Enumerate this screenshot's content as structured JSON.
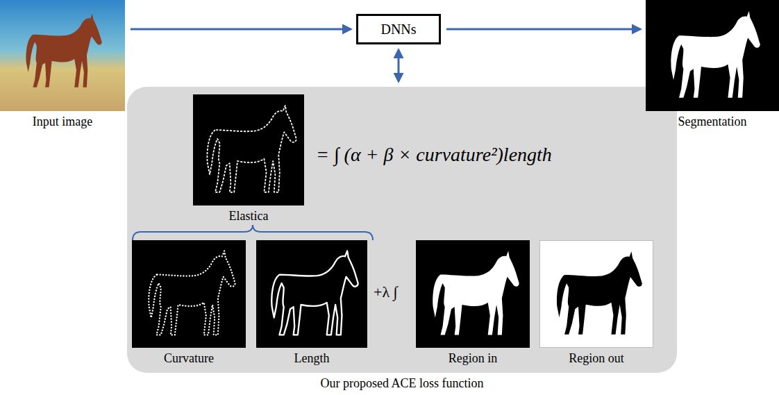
{
  "diagram": {
    "nodes": [
      {
        "text": [
          "Input image"
        ]
      },
      {
        "text": [
          "DNNs"
        ]
      },
      {
        "text": [
          "Segmentation"
        ]
      },
      {
        "text": [
          "Our proposed ACE loss function"
        ]
      },
      {
        "text": [
          "Elastica"
        ],
        "in": 3
      },
      {
        "text": [
          "Curvature"
        ],
        "in": 3
      },
      {
        "text": [
          "Length"
        ],
        "in": 3
      },
      {
        "text": [
          "Region in"
        ],
        "in": 3
      },
      {
        "text": [
          "Region out"
        ],
        "in": 3
      }
    ],
    "edges": [
      {
        "from": 0,
        "to": 1,
        "arrow": "to"
      },
      {
        "from": 1,
        "to": 2,
        "arrow": "to"
      },
      {
        "from": 1,
        "to": 3,
        "arrow": "both"
      }
    ],
    "labels": [
      "= ∫ (α + β × curvature²)length",
      "+λ ∫"
    ]
  }
}
